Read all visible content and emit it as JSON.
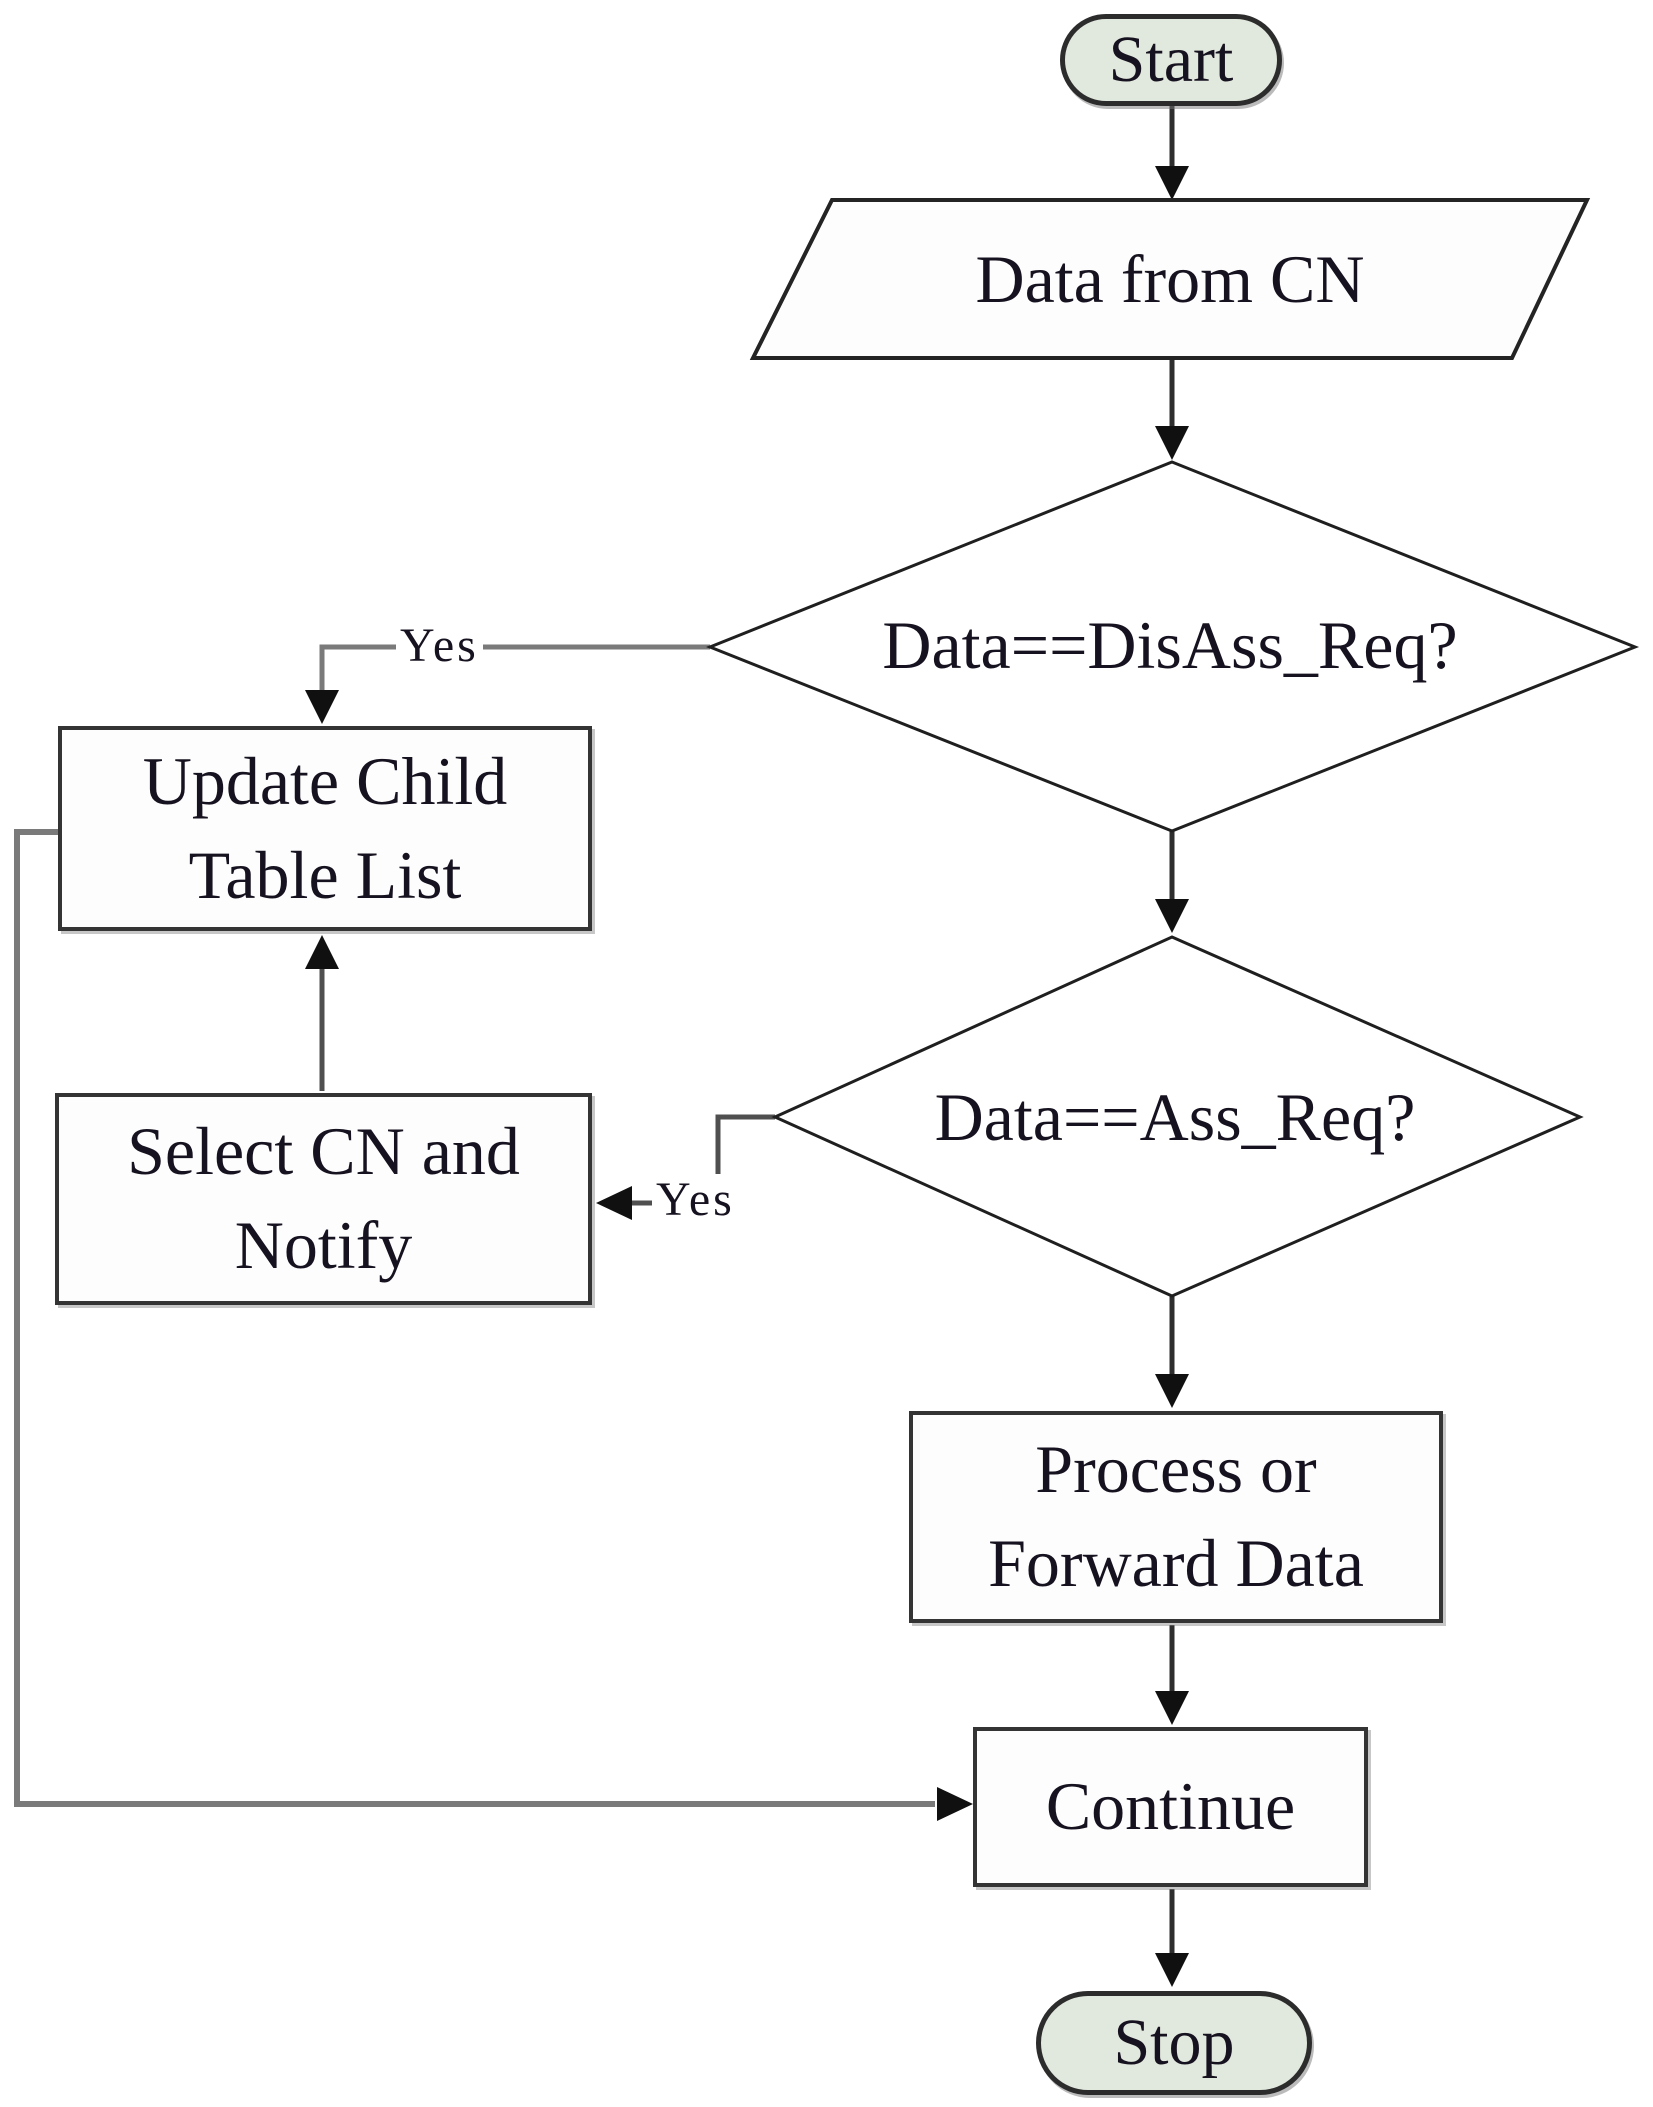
{
  "diagram": {
    "type": "flowchart",
    "colors": {
      "background": "#ffffff",
      "terminator_fill": "#e1e8dd",
      "process_fill": "#fdfdfd",
      "line_dark": "#2e2e2e",
      "line_gray": "#7a7a7a",
      "arrowhead": "#101010",
      "text": "#17121f"
    },
    "nodes": {
      "start": {
        "shape": "terminator",
        "lines": [
          "Start"
        ]
      },
      "data_from_cn": {
        "shape": "input-output",
        "lines": [
          "Data from CN"
        ]
      },
      "disass_check": {
        "shape": "decision",
        "lines": [
          "Data==DisAss_Req?"
        ]
      },
      "update_child": {
        "shape": "process",
        "lines": [
          "Update Child",
          "Table List"
        ]
      },
      "select_cn": {
        "shape": "process",
        "lines": [
          "Select CN and",
          "Notify"
        ]
      },
      "ass_check": {
        "shape": "decision",
        "lines": [
          "Data==Ass_Req?"
        ]
      },
      "process_forward": {
        "shape": "process",
        "lines": [
          "Process or",
          "Forward Data"
        ]
      },
      "continue": {
        "shape": "process",
        "lines": [
          "Continue"
        ]
      },
      "stop": {
        "shape": "terminator",
        "lines": [
          "Stop"
        ]
      }
    },
    "edges": [
      {
        "from": "start",
        "to": "data_from_cn",
        "label": ""
      },
      {
        "from": "data_from_cn",
        "to": "disass_check",
        "label": ""
      },
      {
        "from": "disass_check",
        "to": "ass_check",
        "label": ""
      },
      {
        "from": "disass_check",
        "to": "update_child",
        "label": "Yes"
      },
      {
        "from": "ass_check",
        "to": "select_cn",
        "label": "Yes"
      },
      {
        "from": "select_cn",
        "to": "update_child",
        "label": ""
      },
      {
        "from": "update_child",
        "to": "continue",
        "label": ""
      },
      {
        "from": "ass_check",
        "to": "process_forward",
        "label": ""
      },
      {
        "from": "process_forward",
        "to": "continue",
        "label": ""
      },
      {
        "from": "continue",
        "to": "stop",
        "label": ""
      }
    ]
  }
}
